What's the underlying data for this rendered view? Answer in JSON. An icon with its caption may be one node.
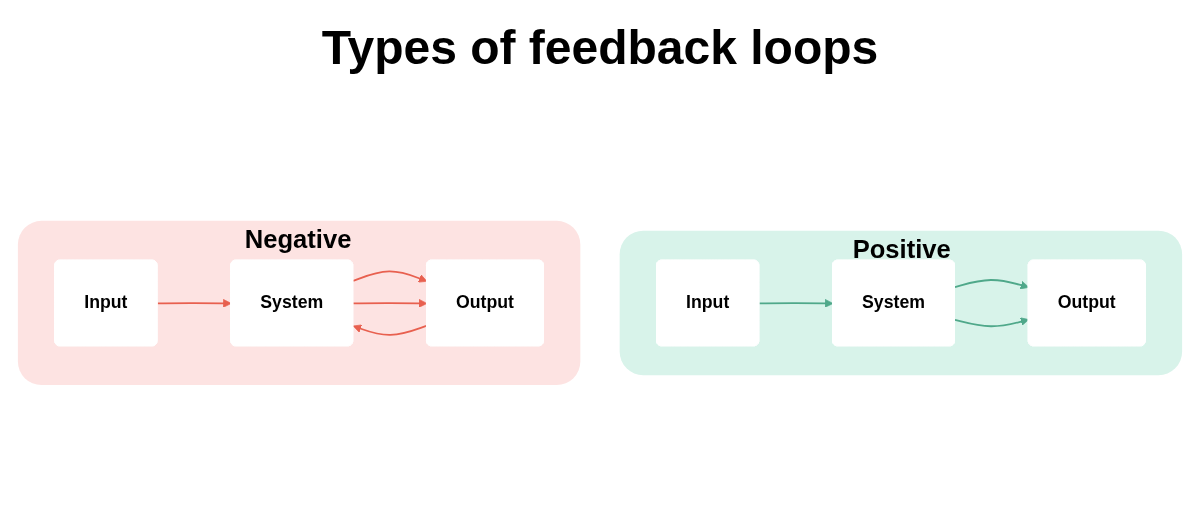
{
  "diagram": {
    "title": "Types of feedback loops",
    "nodes": [
      {
        "text": [
          "Positive"
        ]
      },
      {
        "text": [
          "Input"
        ],
        "in": 0
      },
      {
        "text": [
          "System"
        ],
        "in": 0
      },
      {
        "text": [
          "Output"
        ],
        "in": 0
      },
      {
        "text": [
          "Negative"
        ]
      },
      {
        "text": [
          "Input"
        ],
        "in": 4
      },
      {
        "text": [
          "System"
        ],
        "in": 4
      },
      {
        "text": [
          "Output"
        ],
        "in": 4
      }
    ],
    "edges": [
      {
        "from": 1,
        "to": 2,
        "arrow": "to",
        "color": "#4fa88a"
      },
      {
        "from": 2,
        "to": 3,
        "arrow": "to",
        "color": "#4fa88a"
      },
      {
        "from": 2,
        "to": 3,
        "arrow": "to",
        "color": "#4fa88a"
      },
      {
        "from": 5,
        "to": 6,
        "arrow": "to"
      },
      {
        "from": 6,
        "to": 7,
        "arrow": "to"
      },
      {
        "from": 6,
        "to": 7,
        "arrow": "to"
      },
      {
        "from": 7,
        "to": 6,
        "arrow": "to"
      }
    ]
  }
}
